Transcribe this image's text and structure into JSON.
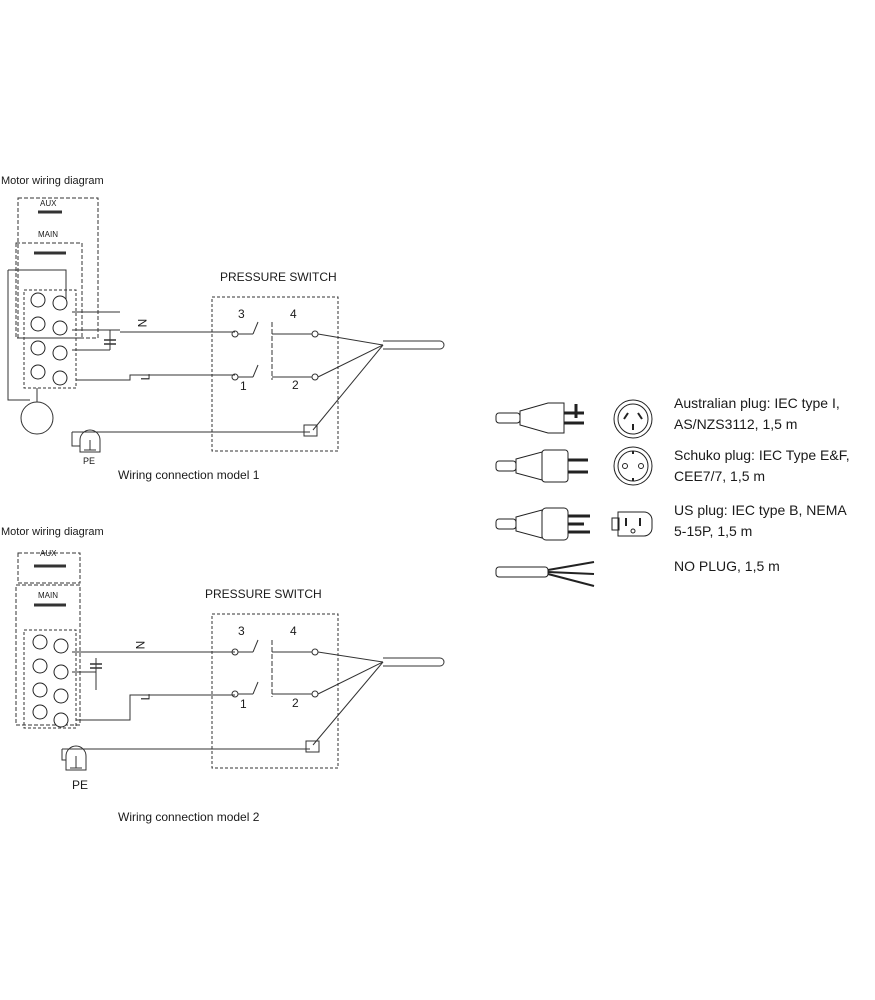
{
  "model1": {
    "motor_title": "Motor wiring diagram",
    "aux": "AUX",
    "main": "MAIN",
    "switch_title": "PRESSURE SWITCH",
    "n_label": "N",
    "l_label": "L",
    "pe": "PE",
    "caption": "Wiring connection model 1",
    "terminals": [
      "3",
      "4",
      "1",
      "2"
    ]
  },
  "model2": {
    "motor_title": "Motor wiring diagram",
    "aux": "AUX",
    "main": "MAIN",
    "switch_title": "PRESSURE SWITCH",
    "n_label": "N",
    "l_label": "L",
    "pe": "PE",
    "caption": "Wiring connection model 2",
    "terminals": [
      "3",
      "4",
      "1",
      "2"
    ]
  },
  "plugs": [
    {
      "icon": "australian-plug-icon",
      "socket": "australian-socket-icon",
      "line1": "Australian plug: IEC type I,",
      "line2": "AS/NZS3112, 1,5 m"
    },
    {
      "icon": "schuko-plug-icon",
      "socket": "schuko-socket-icon",
      "line1": "Schuko plug: IEC Type E&F,",
      "line2": "CEE7/7, 1,5 m"
    },
    {
      "icon": "us-plug-icon",
      "socket": "us-socket-icon",
      "line1": "US plug: IEC type B, NEMA",
      "line2": "5-15P, 1,5 m"
    },
    {
      "icon": "bare-wires-icon",
      "line1": "NO PLUG, 1,5 m"
    }
  ]
}
